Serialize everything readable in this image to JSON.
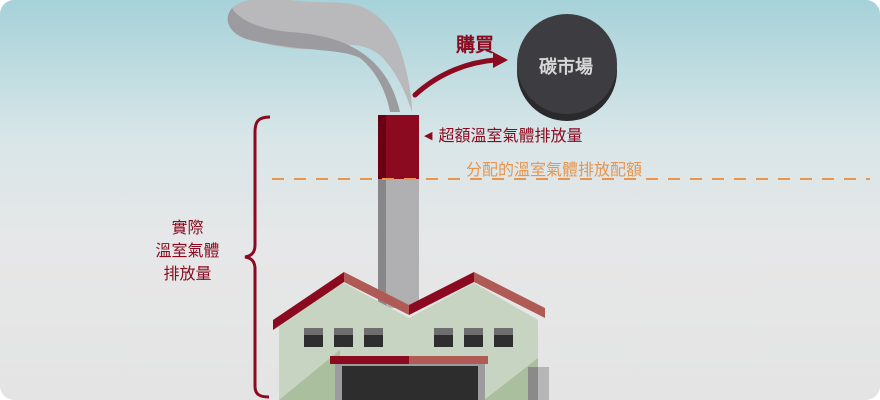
{
  "labels": {
    "buy": "購買",
    "carbon_market": "碳市場",
    "excess_emissions": "超額溫室氣體排放量",
    "allocated_allowance": "分配的溫室氣體排放配額",
    "actual_emissions": [
      "實際",
      "溫室氣體",
      "排放量"
    ]
  },
  "icons": {
    "pointer": "◀"
  },
  "colors": {
    "accent_red": "#8b0a1f",
    "allowance_orange": "#e8954f",
    "market_circle": "#3d3c40"
  }
}
